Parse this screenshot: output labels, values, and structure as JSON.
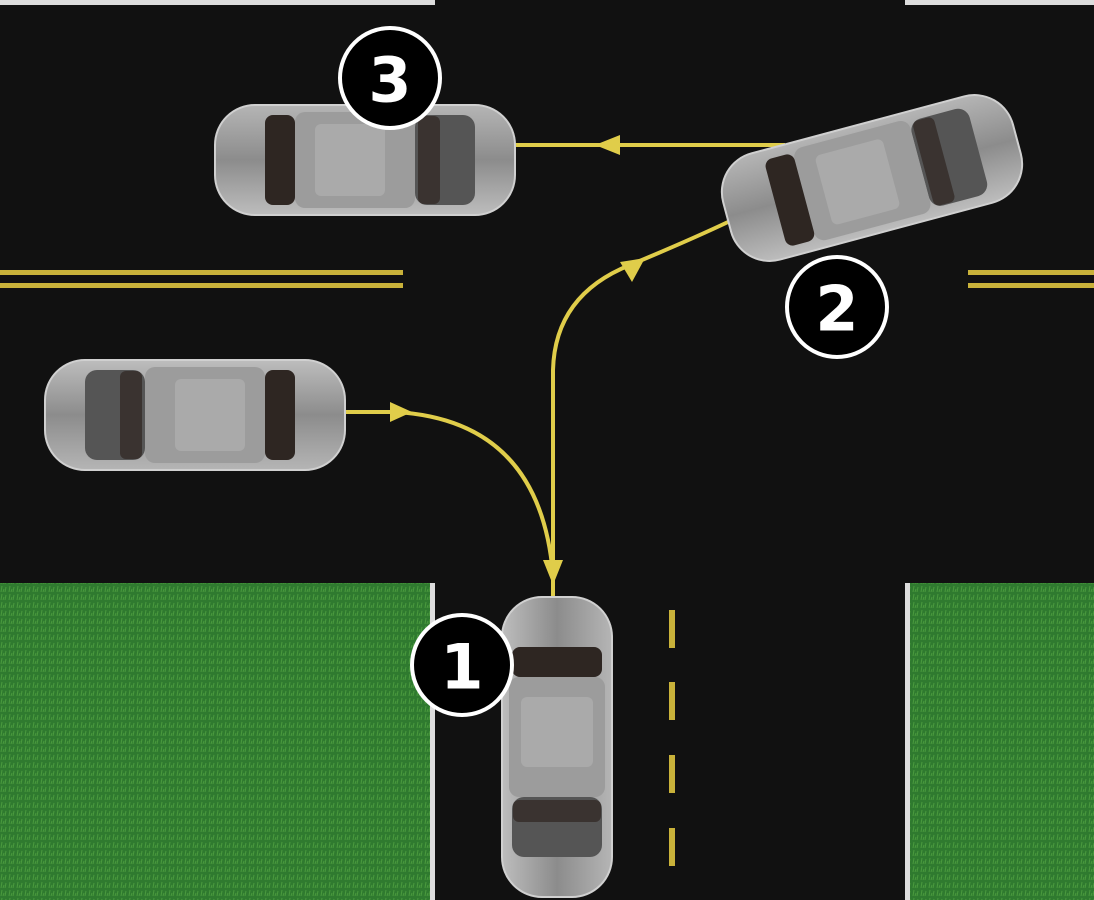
{
  "diagram": {
    "type": "t-intersection-left-turn",
    "colors": {
      "road": "#111111",
      "grass": "#2f7a2f",
      "lane_line": "#c9b23a",
      "path_arrow": "#e0cd4a",
      "car_body": "#8a8a8a",
      "badge_fill": "#000000",
      "badge_stroke": "#ffffff"
    },
    "badges": [
      {
        "label": "1"
      },
      {
        "label": "2"
      },
      {
        "label": "3"
      }
    ]
  }
}
